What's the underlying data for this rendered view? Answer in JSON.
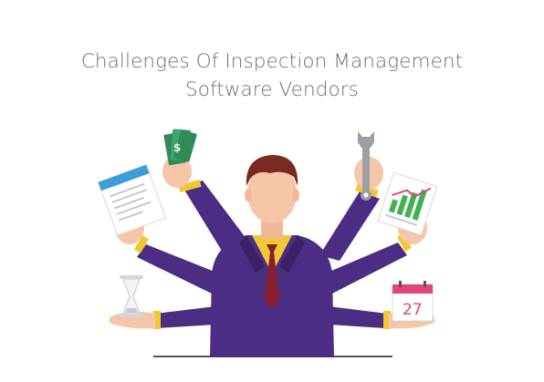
{
  "title": {
    "line1": "Challenges Of Inspection Management",
    "line2": "Software Vendors"
  },
  "illustration": {
    "calendar_day": "27",
    "money_symbol": "$"
  },
  "colors": {
    "suit": "#4b2e83",
    "shirt": "#f3c72f",
    "tie": "#8b1d2c",
    "skin": "#f6c6a8",
    "hair": "#7a2a1e",
    "money": "#2e8b57",
    "calendar_accent": "#e0457b",
    "doc_accent": "#3b9ed8",
    "chart_bars": "#3fb34f",
    "wrench": "#9aa0a6",
    "hourglass": "#d3d6da"
  }
}
